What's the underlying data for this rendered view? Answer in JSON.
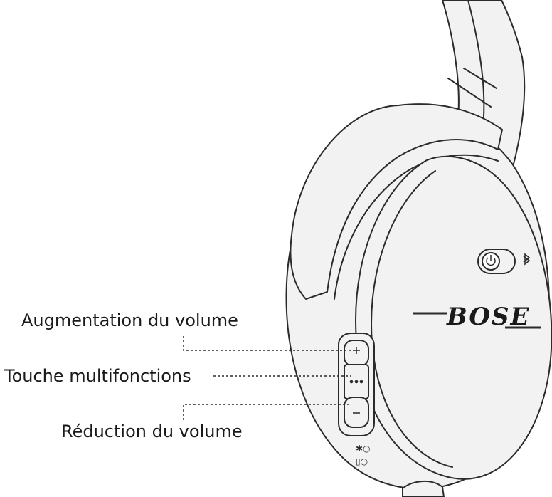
{
  "labels": {
    "volume_up": "Augmentation du volume",
    "multifunction": "Touche multifonctions",
    "volume_down": "Réduction du volume"
  },
  "logo": {
    "text": "BOSE"
  },
  "colors": {
    "stroke": "#2b2b2b",
    "fill": "#f2f2f2",
    "background": "#ffffff",
    "text": "#1a1a1a"
  },
  "icons": [
    "power-icon",
    "bluetooth-icon",
    "charge-led-icon"
  ]
}
